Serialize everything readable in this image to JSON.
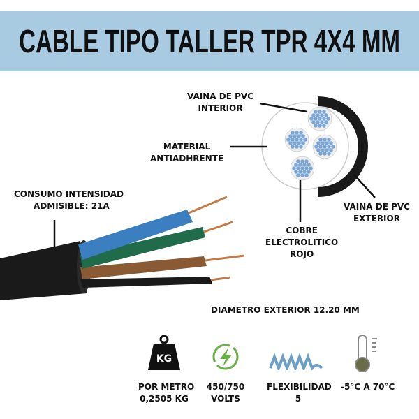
{
  "title": "CABLE TIPO TALLER TPR 4X4 MM",
  "labels": {
    "vaina_interior": [
      "VAINA DE PVC",
      "INTERIOR"
    ],
    "material": [
      "MATERIAL",
      "ANTIADHRENTE"
    ],
    "consumo": [
      "CONSUMO INTENSIDAD",
      "ADMISIBLE: 21A"
    ],
    "cobre": [
      "COBRE",
      "ELECTROLITICO",
      "ROJO"
    ],
    "vaina_exterior": [
      "VAINA DE PVC",
      "EXTERIOR"
    ],
    "diametro": "DIAMETRO EXTERIOR 12.20 MM"
  },
  "specs": [
    {
      "icon": "weight-kg-icon",
      "icon_text": "KG",
      "lines": [
        "POR METRO",
        "0,2505 KG"
      ]
    },
    {
      "icon": "lightning-icon",
      "lines": [
        "450/750",
        "VOLTS"
      ]
    },
    {
      "icon": "spring-wave-icon",
      "lines": [
        "FLEXIBILIDAD",
        "5"
      ]
    },
    {
      "icon": "thermometer-icon",
      "lines": [
        "-5°C A 70°C"
      ]
    }
  ],
  "colors": {
    "banner": "#a9cbe2",
    "blue": "#3b7fc0",
    "green": "#1f6b4a",
    "brown": "#8a5a34",
    "black": "#1a1a1a",
    "copper": "#c57a45"
  }
}
